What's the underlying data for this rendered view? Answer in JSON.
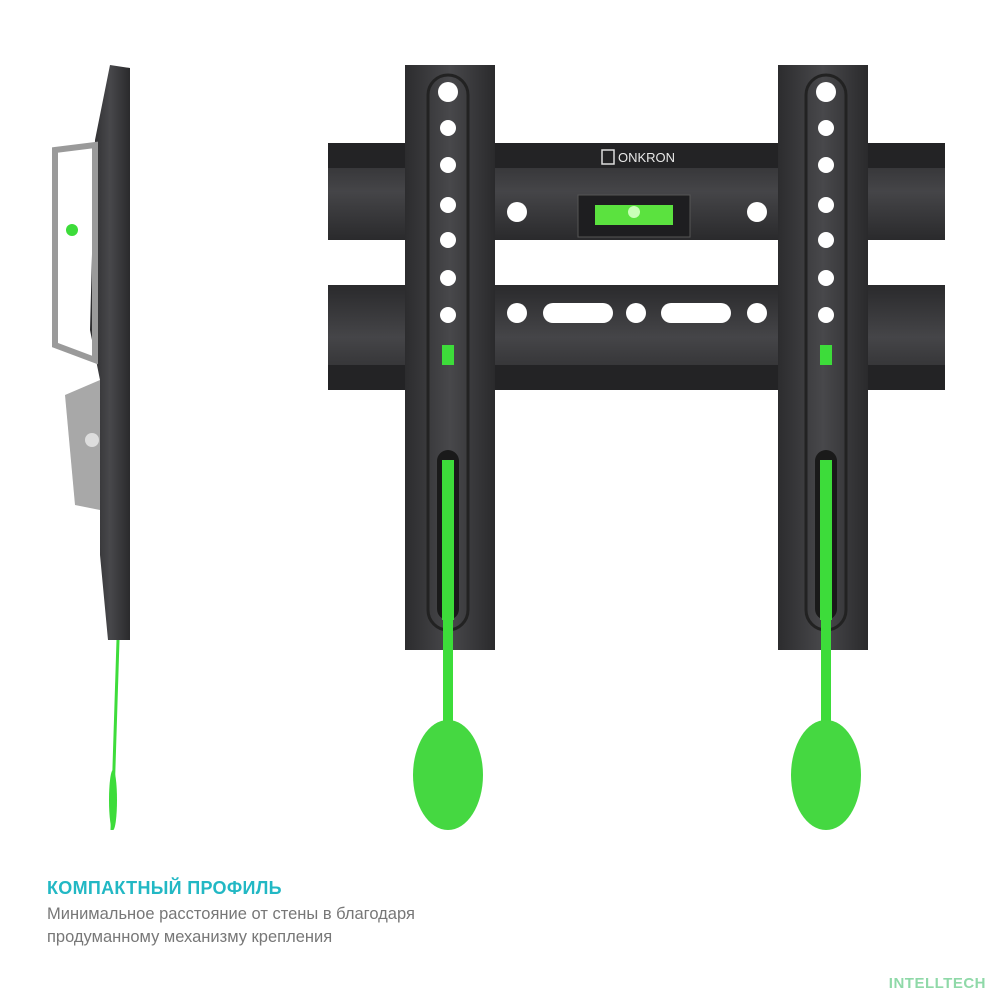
{
  "product": {
    "logo": "ONKRON",
    "colors": {
      "metal": "#3d3d3f",
      "accent_green": "#3ddc3a",
      "title": "#22b8c4"
    }
  },
  "caption": {
    "title": "КОМПАКТНЫЙ ПРОФИЛЬ",
    "line1": "Минимальное расстояние от стены в благодаря",
    "line2": "продуманному механизму крепления"
  },
  "watermark": "INTELLTECH"
}
